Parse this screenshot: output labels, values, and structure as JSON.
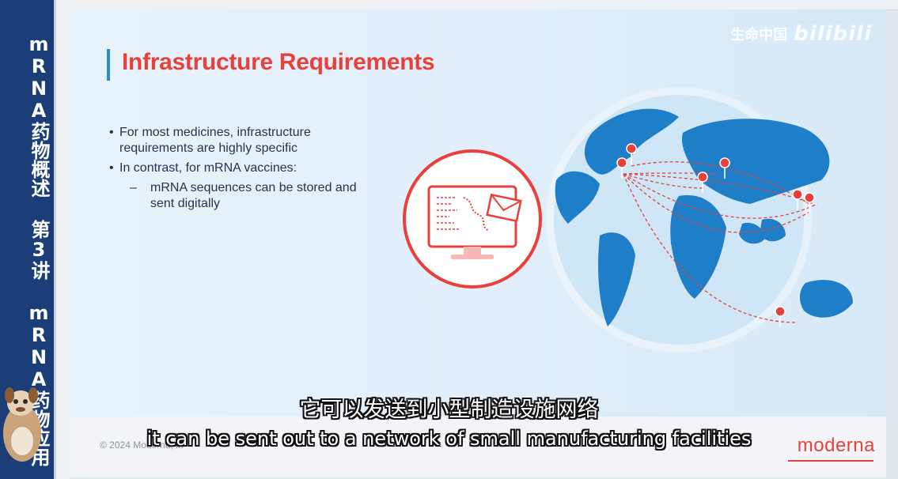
{
  "sidebar": {
    "title": "mRNA药物概述 第3讲 mRNA药物应用"
  },
  "slide": {
    "title": "Infrastructure Requirements",
    "bullets": [
      "For most medicines, infrastructure requirements are highly specific",
      "In contrast, for mRNA vaccines:"
    ],
    "sub_bullet": "mRNA sequences can be stored and sent digitally",
    "copyright": "© 2024 Moderna, in",
    "brand": "moderna"
  },
  "watermark": {
    "text": "生命中国",
    "logo": "bilibili"
  },
  "subtitles": {
    "chinese": "它可以发送到小型制造设施网络",
    "english": "it can be sent out to a network of small manufacturing facilities"
  },
  "colors": {
    "accent_red": "#e8413c",
    "accent_blue": "#2a8ad6",
    "sidebar": "#1b3e78"
  }
}
